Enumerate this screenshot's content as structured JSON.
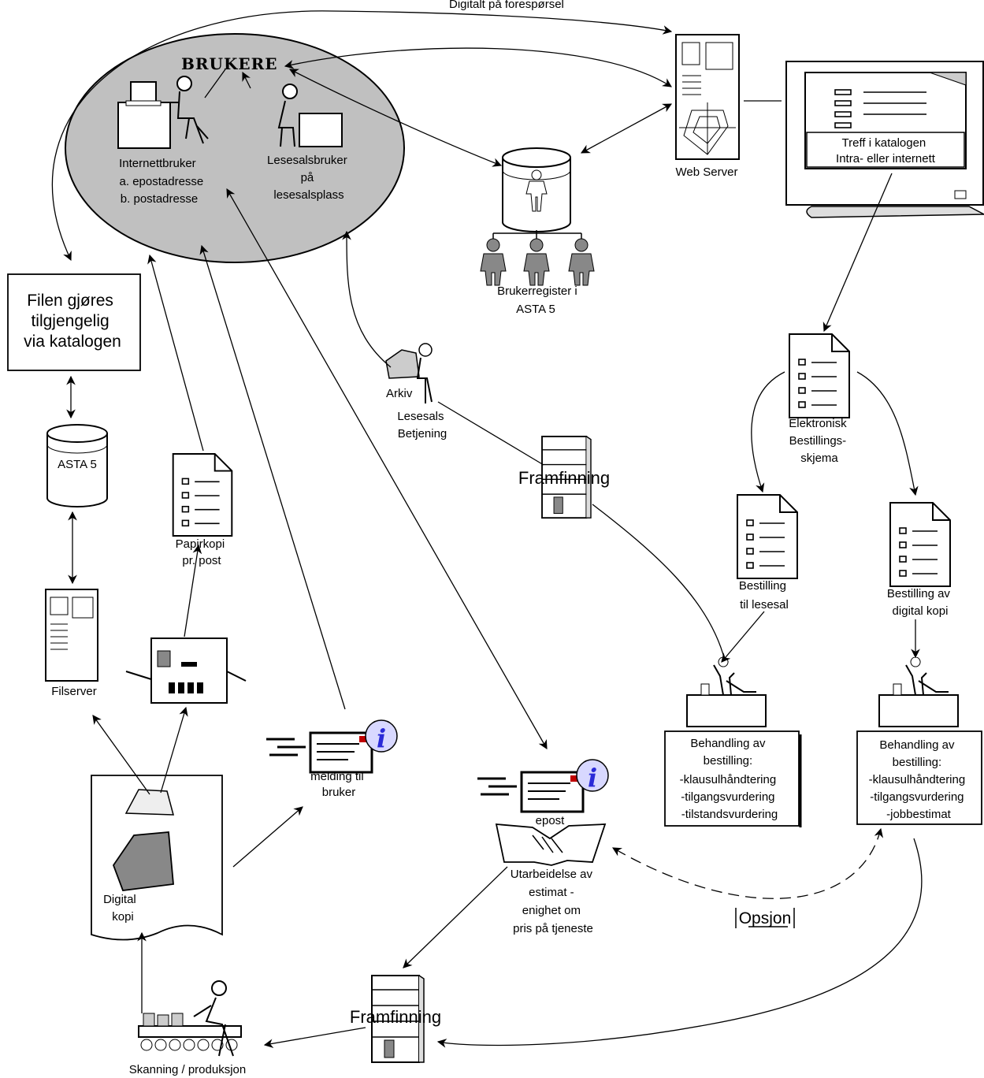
{
  "header_note": "Digitalt på forespørsel",
  "users": {
    "title": "BRUKERE",
    "internet_user": [
      "Internettbruker",
      "a. epostadresse",
      "b. postadresse"
    ],
    "reading_room_user": [
      "Lesesalsbruker",
      "på",
      "lesesalsplass"
    ]
  },
  "web_server": "Web Server",
  "monitor": [
    "Treff i katalogen",
    "Intra- eller internett"
  ],
  "user_register": [
    "Brukerregister i",
    "ASTA 5"
  ],
  "file_catalog": [
    "Filen gjøres",
    "tilgjengelig",
    "via katalogen"
  ],
  "asta": "ASTA 5",
  "file_server": "Filserver",
  "paper_copy": [
    "Papirkopi",
    "pr. post"
  ],
  "archive": "Arkiv",
  "reading_room_service": [
    "Lesesals",
    "Betjening"
  ],
  "retrieval": "Framfinning",
  "electronic_form": [
    "Elektronisk",
    "Bestillings-",
    "skjema"
  ],
  "order_reading_room": [
    "Bestilling",
    "til lesesal"
  ],
  "order_digital": [
    "Bestilling av",
    "digital kopi"
  ],
  "processing_left": [
    "Behandling av",
    "bestilling:",
    "-klausulhåndtering",
    "-tilgangsvurdering",
    "-tilstandsvurdering"
  ],
  "processing_right": [
    "Behandling av",
    "bestilling:",
    "-klausulhåndtering",
    "-tilgangsvurdering",
    "-jobbestimat"
  ],
  "message_to_user": [
    "melding til",
    "bruker"
  ],
  "email": "epost",
  "estimate": [
    "Utarbeidelse av",
    "estimat -",
    "enighet om",
    "pris på tjeneste"
  ],
  "option": "Opsjon",
  "digital_copy": [
    "Digital",
    "kopi"
  ],
  "scanning": "Skanning / produksjon",
  "colors": {
    "ellipse_fill": "#c0c0c0",
    "line": "#000000",
    "accent_blue": "#2a2ad8",
    "accent_red": "#c00000"
  }
}
